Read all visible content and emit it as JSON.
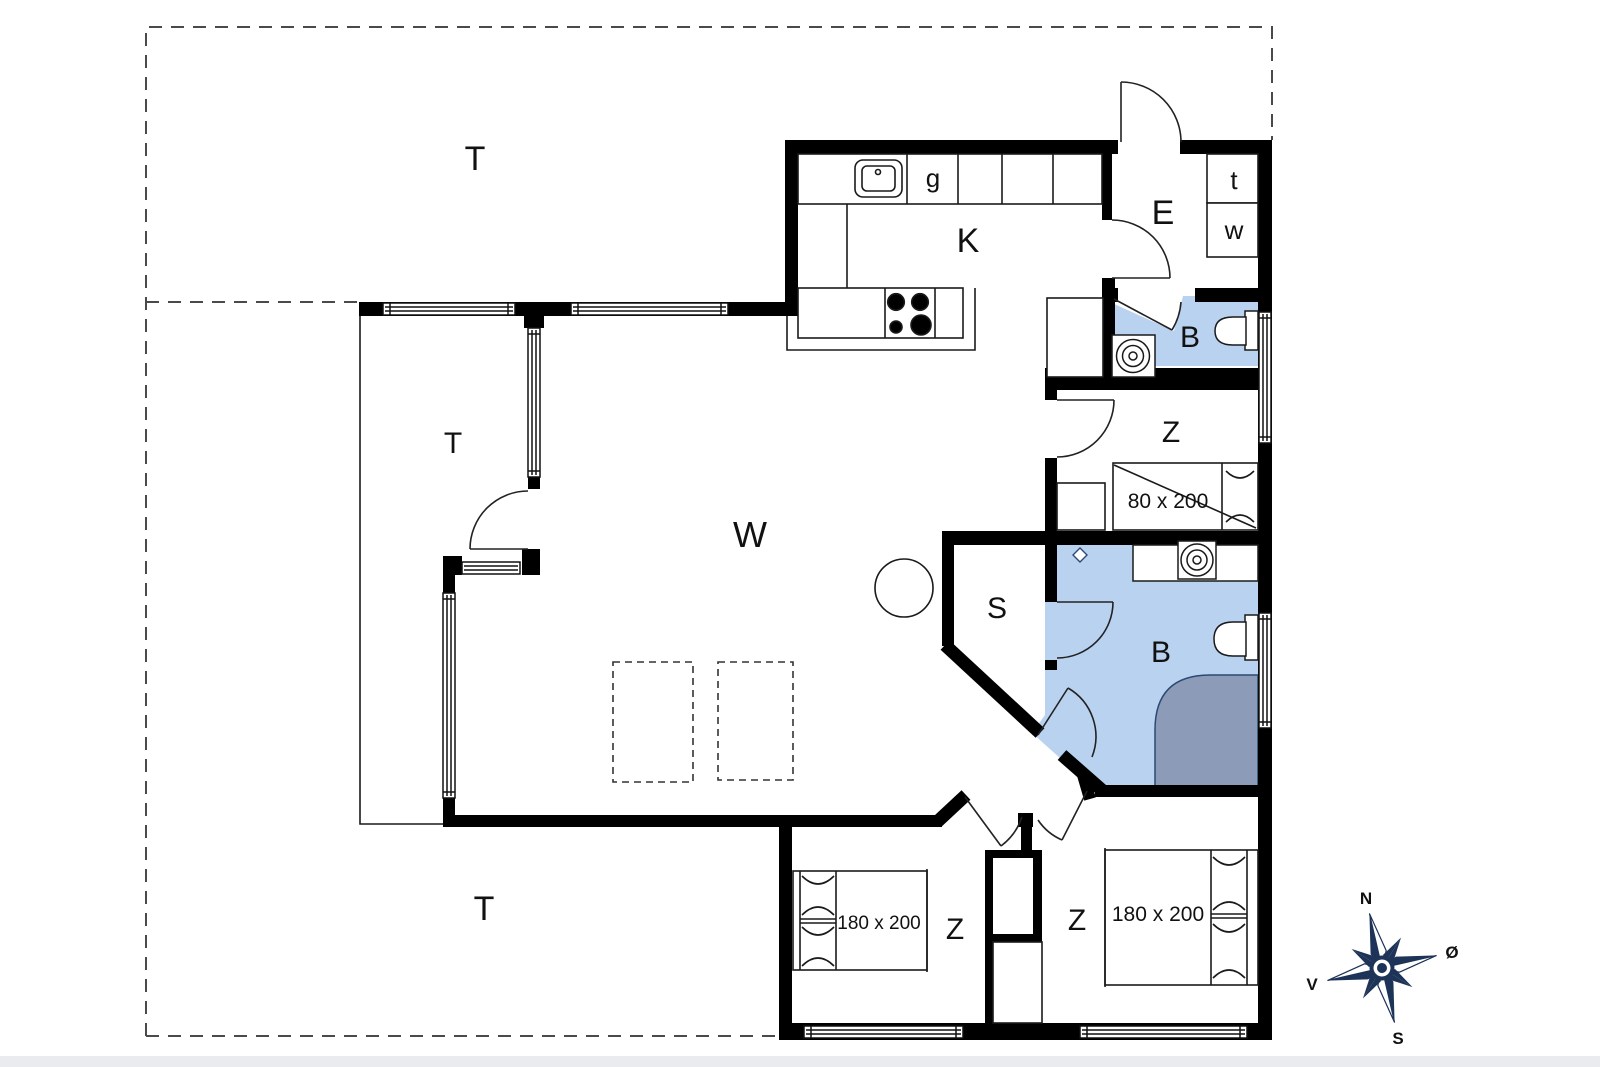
{
  "rooms": {
    "terrace_top": "T",
    "terrace_mid": "T",
    "terrace_bottom": "T",
    "kitchen": "K",
    "living": "W",
    "entrance": "E",
    "bath_small": "B",
    "bath_large": "B",
    "bedroom_right_top": "Z",
    "bedroom_bottom_left": "Z",
    "bedroom_bottom_right": "Z",
    "sauna": "S",
    "fridge": "g",
    "closet_t": "t",
    "closet_w": "w"
  },
  "beds": {
    "single": "80 x 200",
    "double_left": "180 x 200",
    "double_right": "180 x 200"
  },
  "compass": {
    "north": "N",
    "south": "S",
    "west": "V",
    "east": "Ø"
  },
  "colors": {
    "bathroom_floor": "#b9d2f0",
    "shower": "#8c9cb8",
    "wall": "#000000",
    "compass_navy": "#1d3357"
  }
}
